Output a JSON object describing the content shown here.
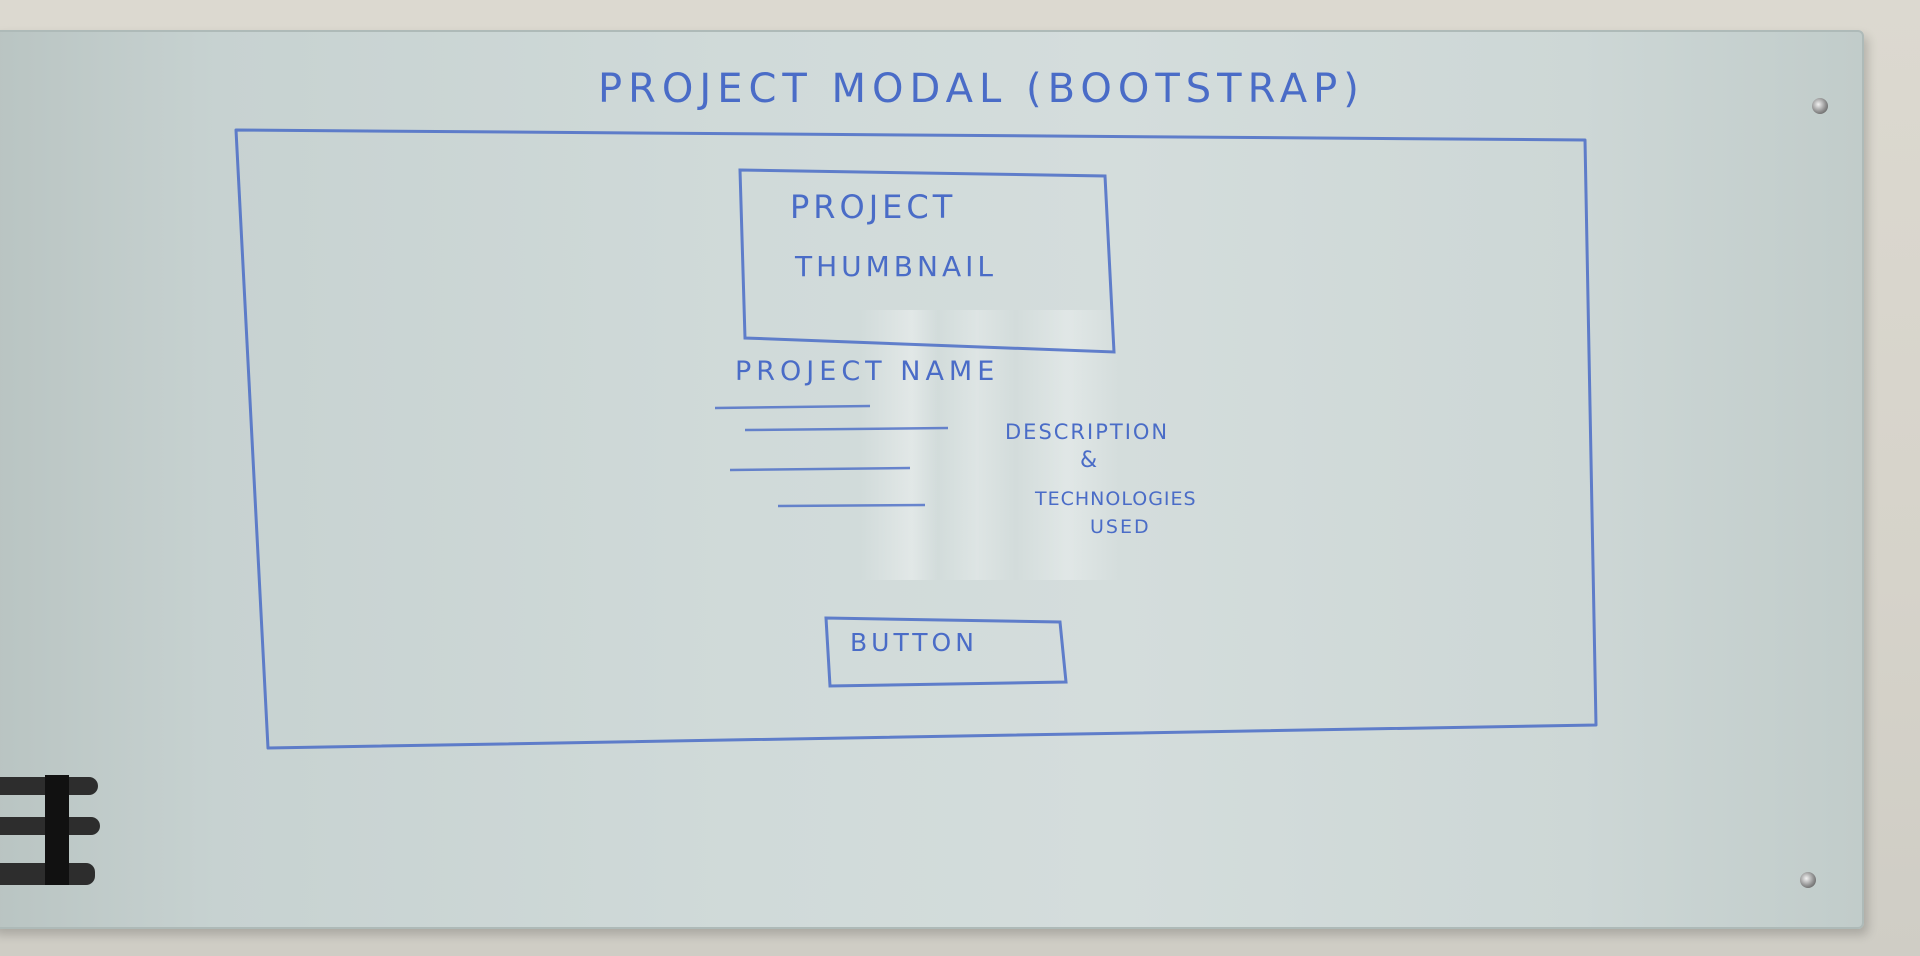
{
  "whiteboard": {
    "heading": "PROJECT MODAL (BOOTSTRAP)",
    "thumbnail_label_line1": "PROJECT",
    "thumbnail_label_line2": "THUMBNAIL",
    "project_name": "PROJECT NAME",
    "description_line1": "DESCRIPTION",
    "description_line2": "&",
    "description_line3": "TECHNOLOGIES",
    "description_line4": "USED",
    "button_label": "BUTTON"
  },
  "colors": {
    "marker_ink": "#4a6cc7",
    "board": "#d0dad9",
    "wall": "#d8d6cf"
  }
}
